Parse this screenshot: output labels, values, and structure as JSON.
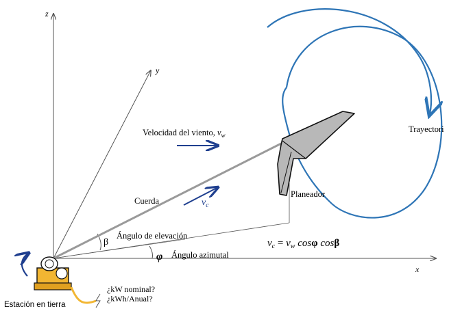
{
  "axes": {
    "x": "x",
    "y": "y",
    "z": "z"
  },
  "labels": {
    "wind": "Velocidad del viento, ",
    "wind_var": "v",
    "wind_sub": "w",
    "cord": "Cuerda",
    "vc_var": "v",
    "vc_sub": "c",
    "glider": "Planeador",
    "trajectory": "Trayectori",
    "elevation_angle": "Ángulo de elevación",
    "azimuth_angle": "Ángulo azimutal",
    "beta": "β",
    "phi": "φ",
    "ground_station": "Estación en tierra",
    "kw_nominal": "¿kW nominal?",
    "kwh_annual": "¿kWh/Anual?"
  },
  "formula": {
    "lhs_var": "v",
    "lhs_sub": "c",
    "eq": " = ",
    "rhs_var": "v",
    "rhs_sub": "w",
    "rhs_rest1": " cos",
    "rhs_phi": "φ",
    "rhs_rest2": " cos",
    "rhs_beta": "β"
  },
  "colors": {
    "arrow_blue": "#1f3f8f",
    "trajectory_blue": "#2e75b6",
    "axis": "#555555",
    "cord": "#9a9a9a",
    "glider_fill": "#b8b8b8",
    "cable_yellow": "#f2b632"
  }
}
